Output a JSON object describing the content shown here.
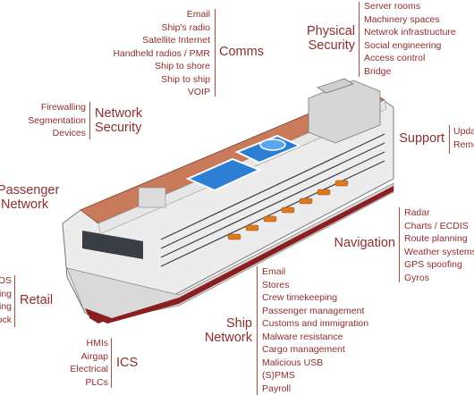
{
  "colors": {
    "accent": "#8c2f2b",
    "hull": "#f2f2f2",
    "hull_stripe": "#8a1f22",
    "pool": "#2d7fd6",
    "deck": "#c46a4d",
    "window": "#3a3f46"
  },
  "groups": {
    "comms": {
      "title": "Comms",
      "items": [
        "Email",
        "Ship's radio",
        "Satellite Internet",
        "Handheld radios / PMR",
        "Ship to shore",
        "Ship to ship",
        "VOIP"
      ]
    },
    "physical": {
      "title": [
        "Physical",
        "Security"
      ],
      "items": [
        "Server rooms",
        "Machinery spaces",
        "Netwrok infrastructure",
        "Social engineering",
        "Access control",
        "Bridge"
      ]
    },
    "network": {
      "title": [
        "Network",
        "Security"
      ],
      "items": [
        "Firewalling",
        "Segmentation",
        "Devices"
      ]
    },
    "support": {
      "title": "Support",
      "items": [
        "Upda",
        "Remo"
      ]
    },
    "passenger": {
      "title": [
        "Passenger",
        "Network"
      ]
    },
    "navigation": {
      "title": "Navigation",
      "items": [
        "Radar",
        "Charts / ECDIS",
        "Route planning",
        "Weather systems",
        "GPS spoofing",
        "Gyros"
      ]
    },
    "retail": {
      "title": "Retail",
      "items": [
        "OS",
        "ing",
        "ing",
        "ock"
      ]
    },
    "shipnet": {
      "title": [
        "Ship",
        "Network"
      ],
      "items": [
        "Email",
        "Stores",
        "Crew timekeeping",
        "Passenger management",
        "Customs and immigration",
        "Malware resistance",
        "Cargo management",
        "Malicious USB",
        "(S)PMS",
        "Payroll"
      ]
    },
    "ics": {
      "title": "ICS",
      "items": [
        "HMIs",
        "Airgap",
        "Electrical",
        "PLCs"
      ]
    }
  }
}
